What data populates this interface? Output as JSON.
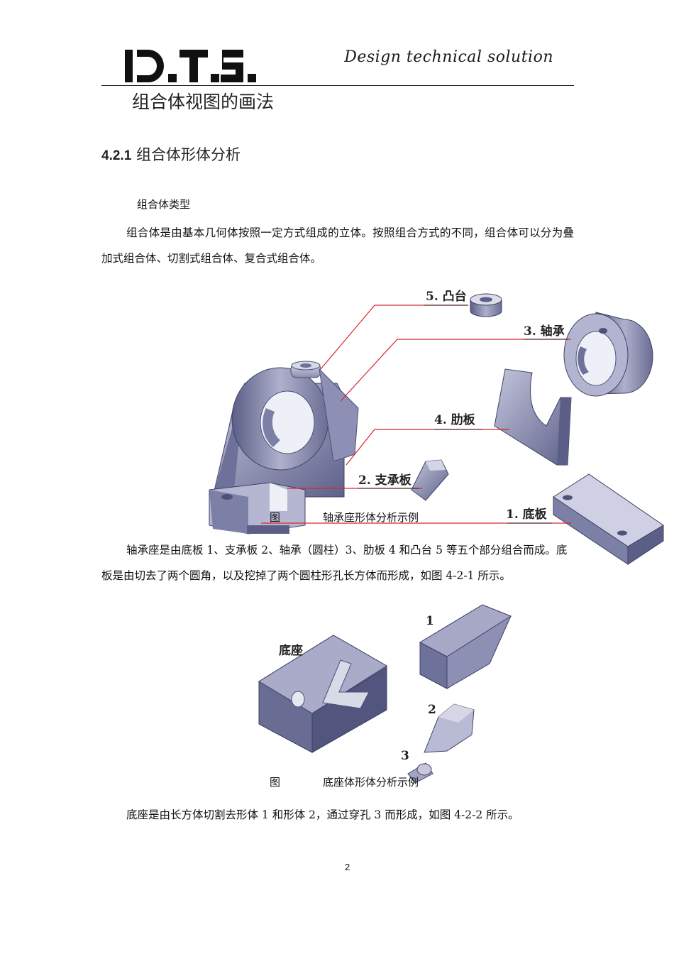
{
  "header": {
    "logo_text": "D.T.S.",
    "tagline": "Design technical solution"
  },
  "section_title": "组合体视图的画法",
  "subsection": {
    "number": "4.2.1",
    "title": "组合体形体分析"
  },
  "subheading": "组合体类型",
  "paragraphs": {
    "p1": "组合体是由基本几何体按照一定方式组成的立体。按照组合方式的不同，组合体可以分为叠加式组合体、切割式组合体、复合式组合体。",
    "p2": "轴承座是由底板 1、支承板 2、轴承（圆柱）3、肋板 4 和凸台 5 等五个部分组合而成。底板是由切去了两个圆角，以及挖掉了两个圆柱形孔长方体而形成，如图 4-2-1 所示。",
    "p3": "底座是由长方体切割去形体 1 和形体 2，通过穿孔 3 而形成，如图 4-2-2 所示。"
  },
  "figure1": {
    "labels": [
      "5. 凸台",
      "3. 轴承",
      "4. 肋板",
      "2. 支承板",
      "1. 底板"
    ],
    "caption_prefix": "图",
    "caption": "轴承座形体分析示例"
  },
  "figure2": {
    "labels": [
      "底座",
      "1",
      "2",
      "3"
    ],
    "caption_prefix": "图",
    "caption": "底座体形体分析示例"
  },
  "page_number": "2",
  "colors": {
    "metal_light": "#c9cbe0",
    "metal_mid": "#8c8fb2",
    "metal_dark": "#4e5178",
    "leader": "#d9262c"
  }
}
